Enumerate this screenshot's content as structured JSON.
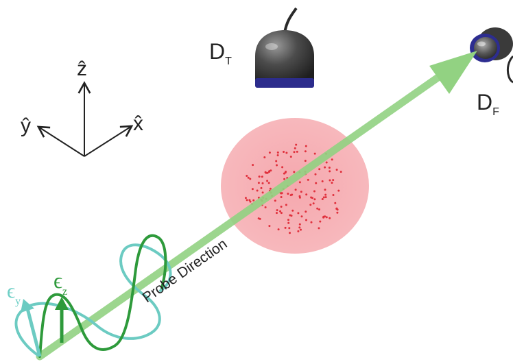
{
  "axes": {
    "x_label": "x̂",
    "y_label": "ŷ",
    "z_label": "ẑ"
  },
  "detectors": {
    "transmission": {
      "main": "D",
      "sub": "T"
    },
    "fluorescence": {
      "main": "D",
      "sub": "F"
    }
  },
  "beam": {
    "label": "Probe Direction"
  },
  "polarization": {
    "ey_main": "ϵ",
    "ey_sub": "y",
    "ez_main": "ϵ",
    "ez_sub": "z"
  },
  "colors": {
    "beam": "#8fd07e",
    "wave_z": "#2f9a3c",
    "wave_y": "#5fc9c0",
    "ey_label": "#6fcfc6",
    "ez_label": "#2f9a3c",
    "cloud": "#f08a90",
    "cloud_dots": "#e0303c",
    "detector_body": "#4a4a4a",
    "detector_band": "#2a2a8a"
  }
}
